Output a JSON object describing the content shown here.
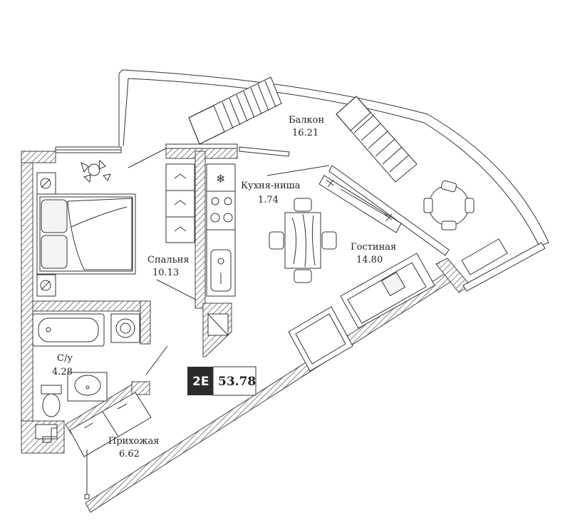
{
  "apartment": {
    "type": "2E",
    "total_area": "53.78"
  },
  "rooms": {
    "balcony": {
      "name": "Балкон",
      "area": "16.21"
    },
    "kitchen": {
      "name": "Кухня-ниша",
      "area": "1.74"
    },
    "living": {
      "name": "Гостиная",
      "area": "14.80"
    },
    "bedroom": {
      "name": "Спальня",
      "area": "10.13"
    },
    "bathroom": {
      "name": "С/у",
      "area": "4.28"
    },
    "hallway": {
      "name": "Прихожая",
      "area": "6.62"
    }
  },
  "colors": {
    "wall": "#5a5a5a",
    "badge_dark": "#2b2b2b",
    "line": "#333333"
  },
  "icons": {
    "fridge": "snowflake-icon",
    "stove": "stove-burners-icon"
  }
}
